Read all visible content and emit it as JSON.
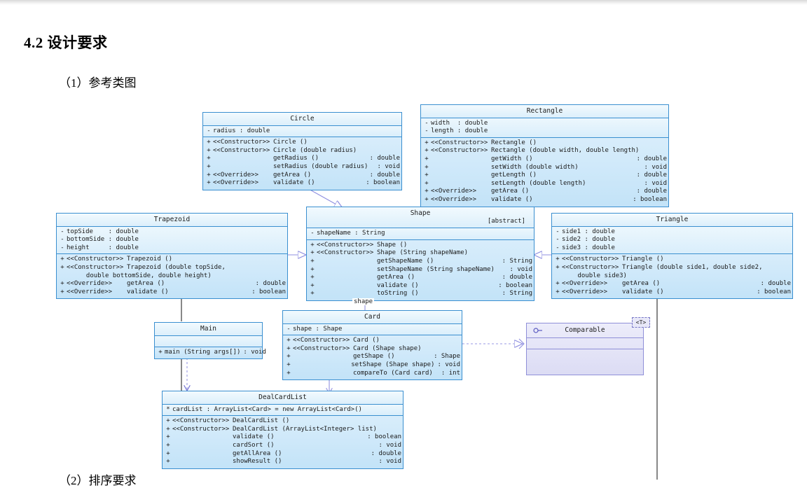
{
  "document": {
    "heading": "4.2 设计要求",
    "subheading": "（1）参考类图",
    "footnote": "（2）排序要求"
  },
  "diagram": {
    "title": "UML Class Diagram",
    "colors": {
      "class_border": "#3a8fd0",
      "class_fill_top": "#e9f5fd",
      "class_fill_bottom": "#bfe1f7",
      "interface_border": "#8f8fd8",
      "interface_fill": "#dcdcf4",
      "edge_inherit": "#8f8fe0",
      "edge_dark": "#3a3a3a"
    },
    "classes": {
      "circle": {
        "name": "Circle",
        "attributes": [
          {
            "vis": "-",
            "text": "radius : double"
          }
        ],
        "operations": [
          {
            "vis": "+",
            "stereotype": "<<Constructor>>",
            "signature": "Circle ()",
            "ret": ""
          },
          {
            "vis": "+",
            "stereotype": "<<Constructor>>",
            "signature": "Circle (double radius)",
            "ret": ""
          },
          {
            "vis": "+",
            "stereotype": "",
            "signature": "getRadius ()",
            "ret": ": double"
          },
          {
            "vis": "+",
            "stereotype": "",
            "signature": "setRadius (double radius)",
            "ret": ": void"
          },
          {
            "vis": "+",
            "stereotype": "<<Override>>",
            "signature": "getArea ()",
            "ret": ": double"
          },
          {
            "vis": "+",
            "stereotype": "<<Override>>",
            "signature": "validate ()",
            "ret": ": boolean"
          }
        ]
      },
      "rectangle": {
        "name": "Rectangle",
        "attributes": [
          {
            "vis": "-",
            "text": "width  : double"
          },
          {
            "vis": "-",
            "text": "length : double"
          }
        ],
        "operations": [
          {
            "vis": "+",
            "stereotype": "<<Constructor>>",
            "signature": "Rectangle ()",
            "ret": ""
          },
          {
            "vis": "+",
            "stereotype": "<<Constructor>>",
            "signature": "Rectangle (double width, double length)",
            "ret": ""
          },
          {
            "vis": "+",
            "stereotype": "",
            "signature": "getWidth ()",
            "ret": ": double"
          },
          {
            "vis": "+",
            "stereotype": "",
            "signature": "setWidth (double width)",
            "ret": ": void"
          },
          {
            "vis": "+",
            "stereotype": "",
            "signature": "getLength ()",
            "ret": ": double"
          },
          {
            "vis": "+",
            "stereotype": "",
            "signature": "setLength (double length)",
            "ret": ": void"
          },
          {
            "vis": "+",
            "stereotype": "<<Override>>",
            "signature": "getArea ()",
            "ret": ": double"
          },
          {
            "vis": "+",
            "stereotype": "<<Override>>",
            "signature": "validate ()",
            "ret": ": boolean"
          }
        ]
      },
      "shape": {
        "name": "Shape",
        "modifier": "[abstract]",
        "attributes": [
          {
            "vis": "-",
            "text": "shapeName : String"
          }
        ],
        "operations": [
          {
            "vis": "+",
            "stereotype": "<<Constructor>>",
            "signature": "Shape ()",
            "ret": ""
          },
          {
            "vis": "+",
            "stereotype": "<<Constructor>>",
            "signature": "Shape (String shapeName)",
            "ret": ""
          },
          {
            "vis": "+",
            "stereotype": "",
            "signature": "getShapeName ()",
            "ret": ": String"
          },
          {
            "vis": "+",
            "stereotype": "",
            "signature": "setShapeName (String shapeName)",
            "ret": ": void"
          },
          {
            "vis": "+",
            "stereotype": "",
            "signature": "getArea ()",
            "ret": ": double"
          },
          {
            "vis": "+",
            "stereotype": "",
            "signature": "validate ()",
            "ret": ": boolean"
          },
          {
            "vis": "+",
            "stereotype": "",
            "signature": "toString ()",
            "ret": ": String"
          }
        ]
      },
      "trapezoid": {
        "name": "Trapezoid",
        "attributes": [
          {
            "vis": "-",
            "text": "topSide    : double"
          },
          {
            "vis": "-",
            "text": "bottomSide : double"
          },
          {
            "vis": "-",
            "text": "height     : double"
          }
        ],
        "operations": [
          {
            "vis": "+",
            "stereotype": "<<Constructor>>",
            "signature": "Trapezoid ()",
            "ret": ""
          },
          {
            "vis": "+",
            "stereotype": "<<Constructor>>",
            "signature": "Trapezoid (double topSide,",
            "ret": ""
          },
          {
            "vis": "",
            "stereotype": "",
            "signature": "       double bottomSide, double height)",
            "ret": "",
            "continuation": true
          },
          {
            "vis": "+",
            "stereotype": "<<Override>>",
            "signature": "getArea ()",
            "ret": ": double"
          },
          {
            "vis": "+",
            "stereotype": "<<Override>>",
            "signature": "validate ()",
            "ret": ": boolean"
          }
        ]
      },
      "triangle": {
        "name": "Triangle",
        "attributes": [
          {
            "vis": "-",
            "text": "side1 : double"
          },
          {
            "vis": "-",
            "text": "side2 : double"
          },
          {
            "vis": "-",
            "text": "side3 : double"
          }
        ],
        "operations": [
          {
            "vis": "+",
            "stereotype": "<<Constructor>>",
            "signature": "Triangle ()",
            "ret": ""
          },
          {
            "vis": "+",
            "stereotype": "<<Constructor>>",
            "signature": "Triangle (double side1, double side2,",
            "ret": ""
          },
          {
            "vis": "",
            "stereotype": "",
            "signature": "      double side3)",
            "ret": "",
            "continuation": true
          },
          {
            "vis": "+",
            "stereotype": "<<Override>>",
            "signature": "getArea ()",
            "ret": ": double"
          },
          {
            "vis": "+",
            "stereotype": "<<Override>>",
            "signature": "validate ()",
            "ret": ": boolean"
          }
        ]
      },
      "card": {
        "name": "Card",
        "attributes": [
          {
            "vis": "-",
            "text": "shape : Shape"
          }
        ],
        "operations": [
          {
            "vis": "+",
            "stereotype": "<<Constructor>>",
            "signature": "Card ()",
            "ret": ""
          },
          {
            "vis": "+",
            "stereotype": "<<Constructor>>",
            "signature": "Card (Shape shape)",
            "ret": ""
          },
          {
            "vis": "+",
            "stereotype": "",
            "signature": "getShape ()",
            "ret": ": Shape"
          },
          {
            "vis": "+",
            "stereotype": "",
            "signature": "setShape (Shape shape)",
            "ret": ": void"
          },
          {
            "vis": "+",
            "stereotype": "",
            "signature": "compareTo (Card card)",
            "ret": ": int"
          }
        ]
      },
      "main": {
        "name": "Main",
        "attributes": [],
        "operations": [
          {
            "vis": "+",
            "stereotype": "",
            "signature": "main (String args[])",
            "ret": ": void"
          }
        ]
      },
      "dealcardlist": {
        "name": "DealCardList",
        "attributes": [
          {
            "vis": "*",
            "text": "cardList : ArrayList<Card> = new ArrayList<Card>()"
          }
        ],
        "operations": [
          {
            "vis": "+",
            "stereotype": "<<Constructor>>",
            "signature": "DealCardList ()",
            "ret": ""
          },
          {
            "vis": "+",
            "stereotype": "<<Constructor>>",
            "signature": "DealCardList (ArrayList<Integer> list)",
            "ret": ""
          },
          {
            "vis": "+",
            "stereotype": "",
            "signature": "validate ()",
            "ret": ": boolean"
          },
          {
            "vis": "+",
            "stereotype": "",
            "signature": "cardSort ()",
            "ret": ": void"
          },
          {
            "vis": "+",
            "stereotype": "",
            "signature": "getAllArea ()",
            "ret": ": double"
          },
          {
            "vis": "+",
            "stereotype": "",
            "signature": "showResult ()",
            "ret": ": void"
          }
        ]
      }
    },
    "interfaces": {
      "comparable": {
        "name": "Comparable",
        "template_param": "<T>",
        "icon": "lollipop-icon"
      }
    },
    "edge_labels": {
      "card_shape": "shape"
    }
  }
}
